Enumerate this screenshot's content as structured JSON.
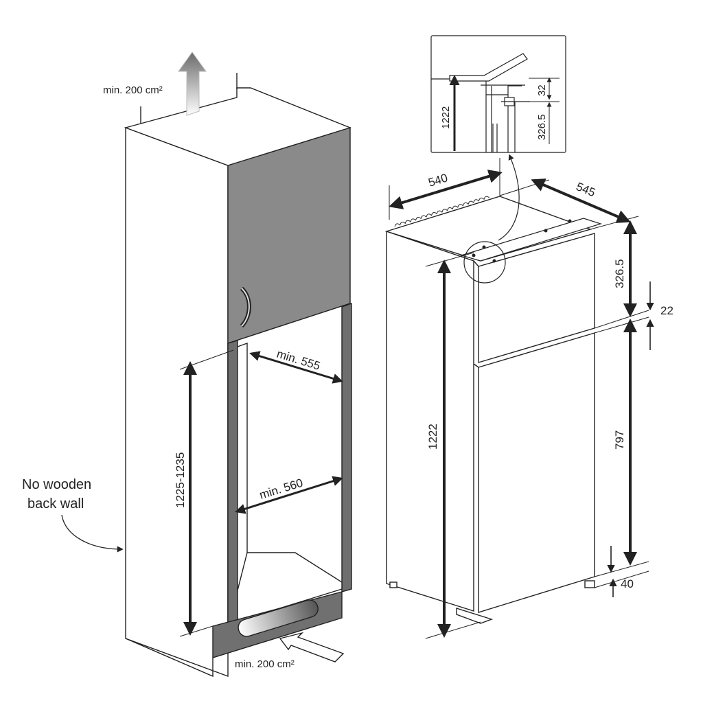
{
  "labels": {
    "top_vent": "min. 200 cm²",
    "bottom_vent": "min. 200 cm²",
    "back_wall_line1": "No wooden",
    "back_wall_line2": "back wall",
    "niche_height": "1225-1235",
    "niche_depth": "min. 555",
    "niche_width": "min. 560",
    "fridge_width": "540",
    "fridge_depth": "545",
    "fridge_height": "1222",
    "freezer_height": "326.5",
    "gap": "22",
    "fridge_lower_height": "797",
    "bottom_gap": "40",
    "detail_height": "1222",
    "detail_top": "32",
    "detail_freezer": "326.5"
  },
  "colors": {
    "line": "#222222",
    "panel": "#ffffff",
    "door": "#8a8a8a",
    "door_dark": "#6e6e6e",
    "kick": "#707070",
    "arrow_fill": "#8c8c8c"
  }
}
